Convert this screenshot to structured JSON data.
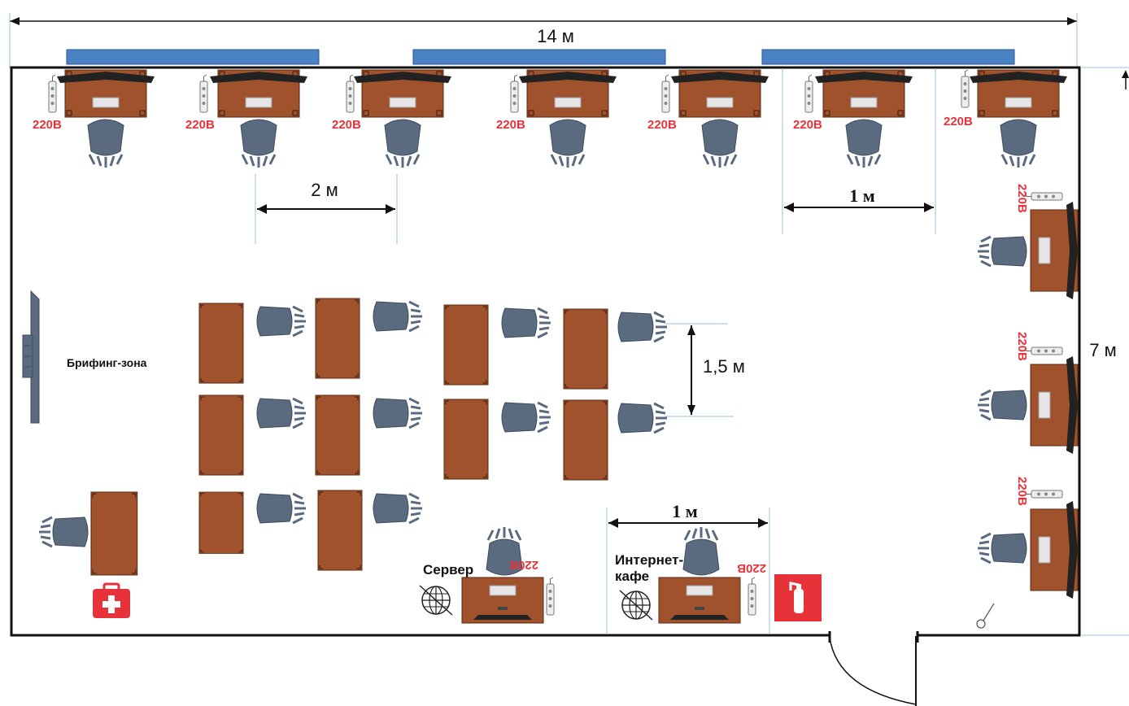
{
  "dimensions": {
    "width_label": "14 м",
    "height_label": "7 м",
    "spacing_workstations": "2 м",
    "spacing_corner": "1 м",
    "spacing_rows": "1,5 м",
    "spacing_bottom": "1 м"
  },
  "labels": {
    "briefing_zone": "Брифинг-зона",
    "server": "Сервер",
    "internet_cafe_line1": "Интернет-",
    "internet_cafe_line2": "кафе",
    "socket": "220В"
  },
  "colors": {
    "desk": "#a0522d",
    "chair": "#5a6b80",
    "window": "#4a82c4",
    "safety_red": "#e8323a",
    "wall": "#111111"
  },
  "icons": [
    "power-strip-icon",
    "chair-icon",
    "first-aid-kit-icon",
    "fire-extinguisher-icon",
    "globe-icon",
    "door-icon",
    "screen-icon"
  ]
}
